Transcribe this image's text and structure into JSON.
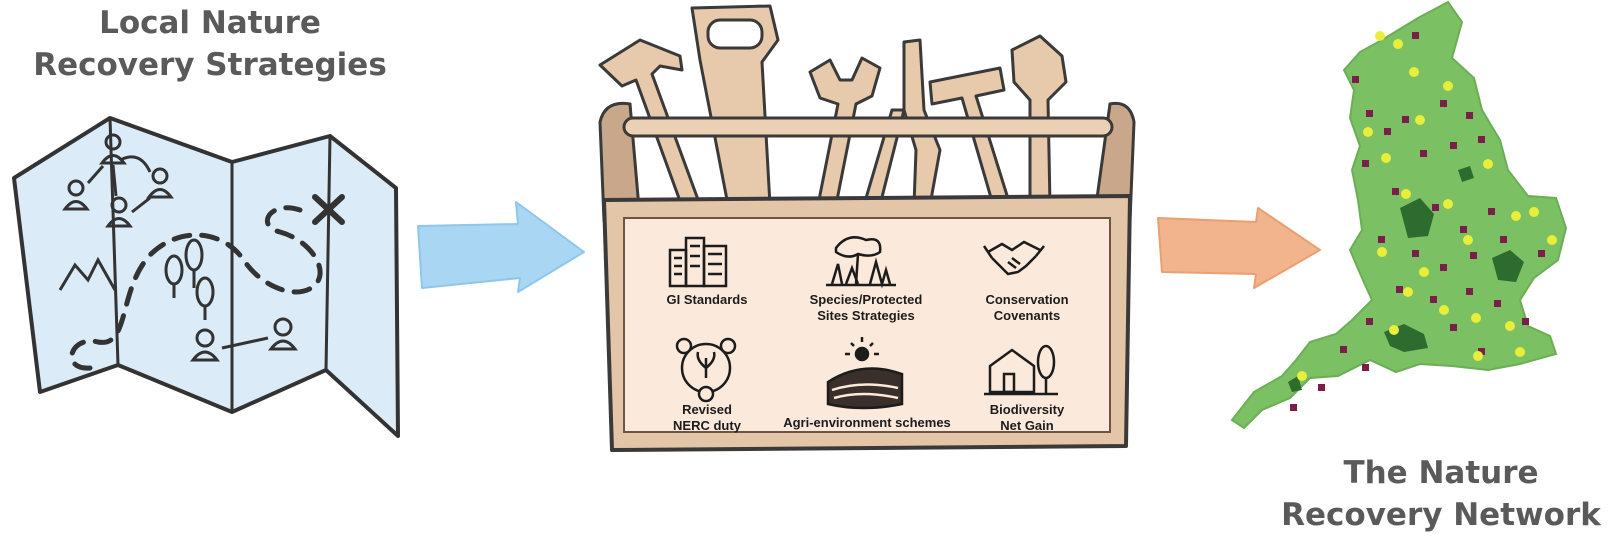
{
  "left_title": [
    "Local Nature",
    "Recovery Strategies"
  ],
  "right_title": [
    "The Nature",
    "Recovery Network"
  ],
  "toolbox_items": [
    {
      "icon": "buildings-icon",
      "lines": [
        "GI Standards"
      ]
    },
    {
      "icon": "tree-and-grass-icon",
      "lines": [
        "Species/Protected",
        "Sites Strategies"
      ]
    },
    {
      "icon": "handshake-icon",
      "lines": [
        "Conservation",
        "Covenants"
      ]
    },
    {
      "icon": "cycle-plant-icon",
      "lines": [
        "Revised",
        "NERC duty"
      ]
    },
    {
      "icon": "field-sun-icon",
      "lines": [
        "Agri-environment schemes"
      ]
    },
    {
      "icon": "house-tree-icon",
      "lines": [
        "Biodiversity",
        "Net Gain"
      ]
    }
  ],
  "colors": {
    "title_text": "#5a5a5a",
    "map_fill": "#dcebf8",
    "arrow_blue": "#a9d6f3",
    "arrow_orange": "#f2b48d",
    "toolbox_wood": "#e3c5a8",
    "toolbox_panel": "#fbe9dc",
    "england_green": "#7cc064",
    "site_dark_green": "#2e6b2f",
    "site_purple": "#7a1f4a",
    "site_yellow": "#e9ee3a"
  }
}
